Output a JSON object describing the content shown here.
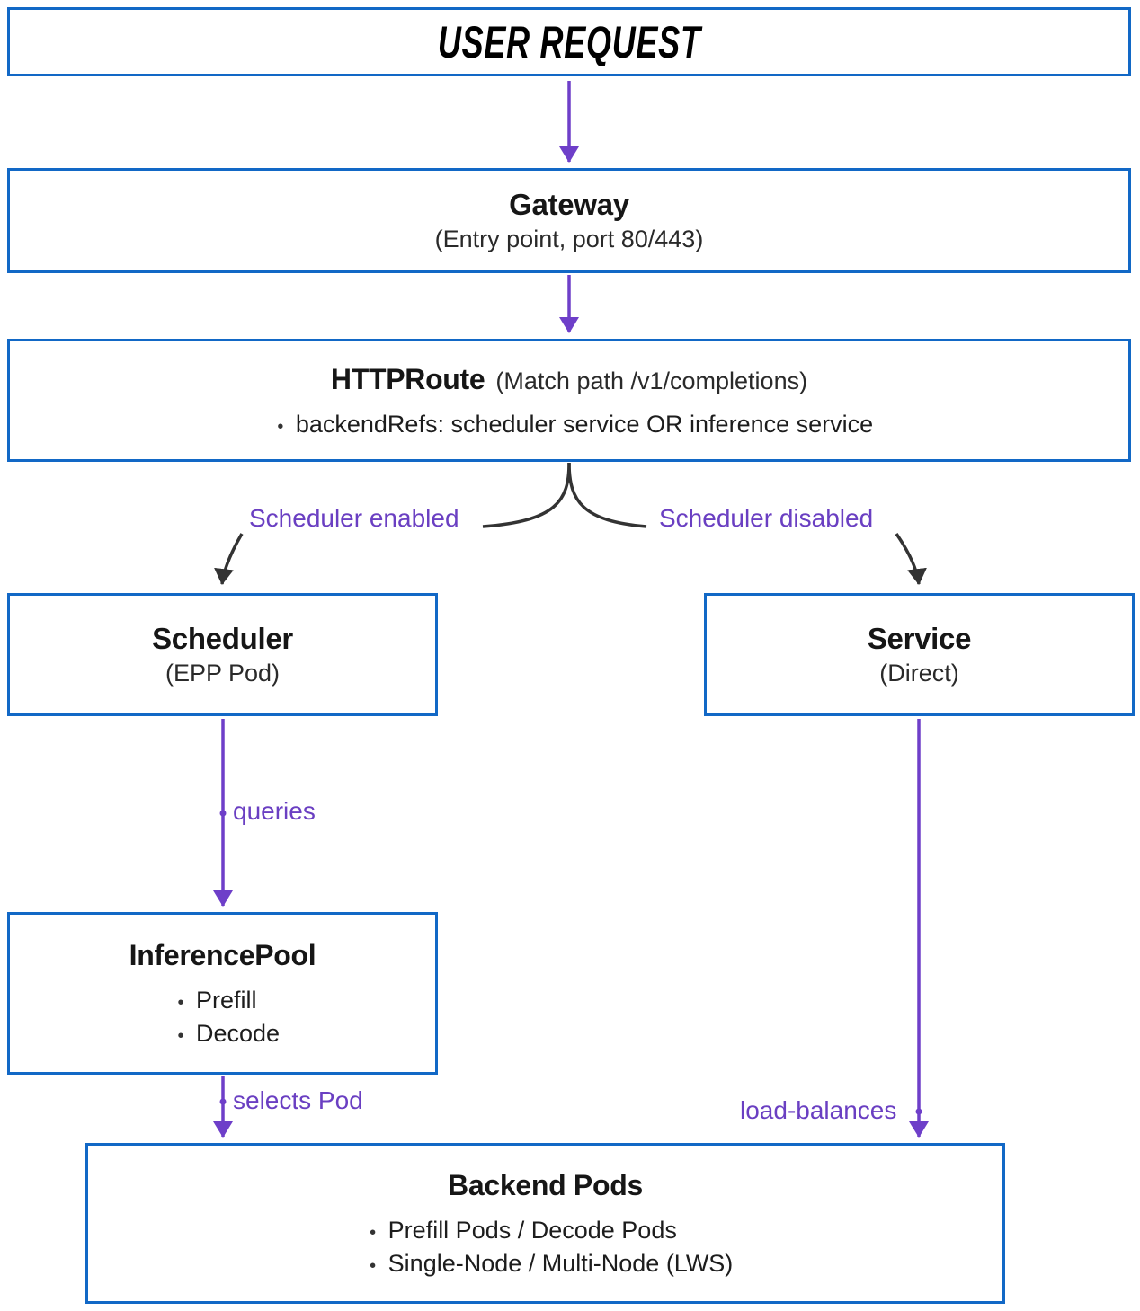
{
  "diagram": {
    "nodes": {
      "user_request": {
        "title": "USER REQUEST"
      },
      "gateway": {
        "title": "Gateway",
        "subtitle": "(Entry point, port 80/443)"
      },
      "httproute": {
        "title": "HTTPRoute",
        "suffix": "(Match path /v1/completions)",
        "bullets": [
          "backendRefs: scheduler service OR inference service"
        ]
      },
      "scheduler": {
        "title": "Scheduler",
        "subtitle": "(EPP Pod)"
      },
      "service": {
        "title": "Service",
        "subtitle": "(Direct)"
      },
      "inference_pool": {
        "title": "InferencePool",
        "bullets": [
          "Prefill",
          "Decode"
        ]
      },
      "backend_pods": {
        "title": "Backend Pods",
        "bullets": [
          "Prefill Pods / Decode Pods",
          "Single-Node / Multi-Node (LWS)"
        ]
      }
    },
    "labels": {
      "scheduler_enabled": "Scheduler enabled",
      "scheduler_disabled": "Scheduler disabled",
      "queries": "queries",
      "selects_pod": "selects Pod",
      "load_balances": "load-balances"
    },
    "bullet_glyph": "•",
    "colors": {
      "box_border": "#1268c6",
      "arrow": "#6e3fc9",
      "label": "#6a3fc2",
      "branch": "#333333",
      "text": "#161616"
    }
  }
}
